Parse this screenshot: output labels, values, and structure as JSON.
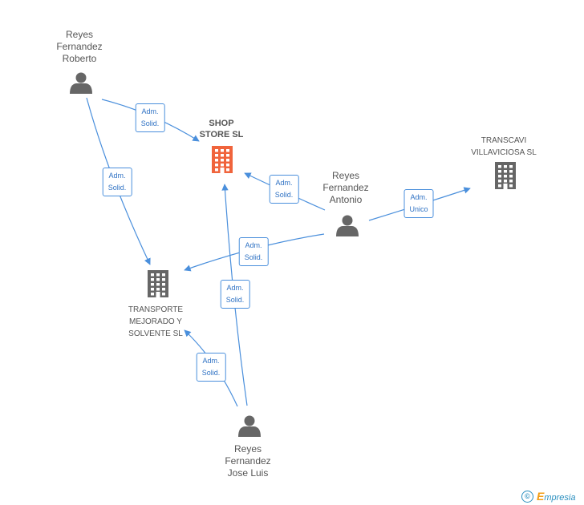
{
  "nodes": {
    "reyes_roberto": {
      "label": "Reyes\nFernandez\nRoberto",
      "type": "person"
    },
    "shop_store": {
      "label": "SHOP\nSTORE SL",
      "type": "company-focus"
    },
    "transcavi": {
      "label": "TRANSCAVI\nVILLAVICIOSA SL",
      "type": "company"
    },
    "reyes_antonio": {
      "label": "Reyes\nFernandez\nAntonio",
      "type": "person"
    },
    "transporte": {
      "label": "TRANSPORTE\nMEJORADO Y\nSOLVENTE SL",
      "type": "company"
    },
    "reyes_jose": {
      "label": "Reyes\nFernandez\nJose Luis",
      "type": "person"
    }
  },
  "edges": [
    {
      "id": "roberto-shop",
      "label": "Adm.\nSolid."
    },
    {
      "id": "roberto-transporte",
      "label": "Adm.\nSolid."
    },
    {
      "id": "antonio-shop",
      "label": "Adm.\nSolid."
    },
    {
      "id": "antonio-transcavi",
      "label": "Adm.\nUnico"
    },
    {
      "id": "antonio-transporte",
      "label": "Adm.\nSolid."
    },
    {
      "id": "jose-shop",
      "label": "Adm.\nSolid."
    },
    {
      "id": "jose-transporte",
      "label": "Adm.\nSolid."
    }
  ],
  "colors": {
    "edge": "#4a8fdc",
    "person_icon": "#666666",
    "company_icon": "#666666",
    "focus_icon": "#f0643c"
  },
  "footer": {
    "copyright": "©",
    "brand_initial": "E",
    "brand_rest": "mpresia"
  }
}
